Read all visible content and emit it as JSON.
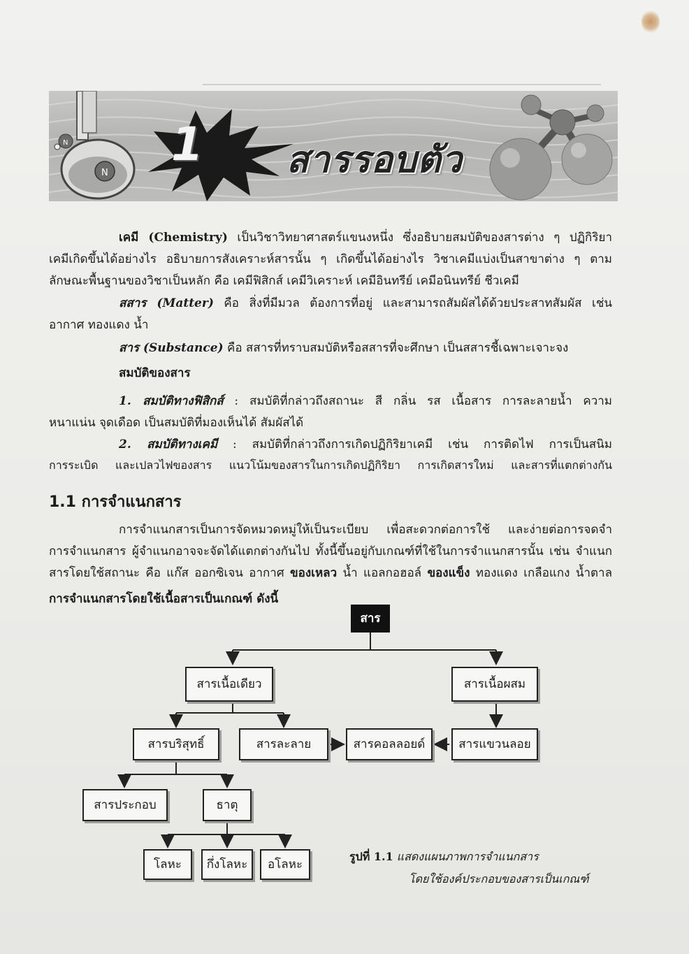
{
  "chapter": {
    "number": "1",
    "title": "สารรอบตัว"
  },
  "paragraphs": {
    "chemistry": {
      "term": "เคมี (Chemistry)",
      "rest_line1": " เป็นวิชาวิทยาศาสตร์แขนงหนึ่ง ซึ่งอธิบายสมบัติของสารต่าง ๆ ปฏิกิริยา",
      "line2": "เคมีเกิดขึ้นได้อย่างไร อธิบายการสังเคราะห์สารนั้น ๆ เกิดขึ้นได้อย่างไร วิชาเคมีแบ่งเป็นสาขาต่าง ๆ ตาม",
      "line3": "ลักษณะพื้นฐานของวิชาเป็นหลัก คือ เคมีฟิสิกส์ เคมีวิเคราะห์ เคมีอินทรีย์ เคมีอนินทรีย์ ชีวเคมี"
    },
    "matter": {
      "term": "สสาร (Matter)",
      "rest_line1": " คือ สิ่งที่มีมวล ต้องการที่อยู่ และสามารถสัมผัสได้ด้วยประสาทสัมผัส เช่น",
      "line2": "อากาศ ทองแดง น้ำ"
    },
    "substance": {
      "term": "สาร (Substance)",
      "rest": " คือ สสารที่ทราบสมบัติหรือสสารที่จะศึกษา เป็นสสารชี้เฉพาะเจาะจง"
    },
    "properties_heading": "สมบัติของสาร",
    "physical": {
      "term": "1. สมบัติทางฟิสิกส์",
      "rest_line1": " : สมบัติที่กล่าวถึงสถานะ สี กลิ่น รส เนื้อสาร การละลายน้ำ ความ",
      "line2": "หนาแน่น จุดเดือด เป็นสมบัติที่มองเห็นได้ สัมผัสได้"
    },
    "chemical": {
      "term": "2. สมบัติทางเคมี",
      "rest_line1": " : สมบัติที่กล่าวถึงการเกิดปฏิกิริยาเคมี เช่น การติดไฟ การเป็นสนิม",
      "line2": "การระเบิด และเปลวไฟของสาร แนวโน้มของสารในการเกิดปฏิกิริยา การเกิดสารใหม่ และสารที่แตกต่างกัน"
    }
  },
  "section": {
    "heading": "1.1 การจำแนกสาร",
    "line1": "การจำแนกสารเป็นการจัดหมวดหมู่ให้เป็นระเบียบ เพื่อสะดวกต่อการใช้ และง่ายต่อการจดจำ",
    "line2": "การจำแนกสาร ผู้จำแนกอาจจะจัดได้แตกต่างกันไป ทั้งนี้ขึ้นอยู่กับเกณฑ์ที่ใช้ในการจำแนกสารนั้น เช่น จำแนก",
    "line3_a": "สารโดยใช้สถานะ คือ แก๊ส ออกซิเจน อากาศ ",
    "line3_b": "ของเหลว",
    "line3_c": " น้ำ แอลกอฮอล์ ",
    "line3_d": "ของแข็ง",
    "line3_e": " ทองแดง เกลือแกง น้ำตาล",
    "line4": "การจำแนกสารโดยใช้เนื้อสารเป็นเกณฑ์ ดังนี้"
  },
  "diagram": {
    "root": "สาร",
    "homogeneous": "สารเนื้อเดียว",
    "heterogeneous": "สารเนื้อผสม",
    "pure": "สารบริสุทธิ์",
    "solution": "สารละลาย",
    "colloid": "สารคอลลอยด์",
    "suspension": "สารแขวนลอย",
    "compound": "สารประกอบ",
    "element": "ธาตุ",
    "metal": "โลหะ",
    "metalloid": "กึ่งโลหะ",
    "nonmetal": "อโลหะ"
  },
  "figure_caption": {
    "label": "รูปที่ 1.1",
    "line1": " แสดงแผนภาพการจำแนกสาร",
    "line2": "โดยใช้องค์ประกอบของสารเป็นเกณฑ์"
  },
  "colors": {
    "ink": "#1c1c1c",
    "banner": "#bdbdbb",
    "root_box": "#111111"
  }
}
